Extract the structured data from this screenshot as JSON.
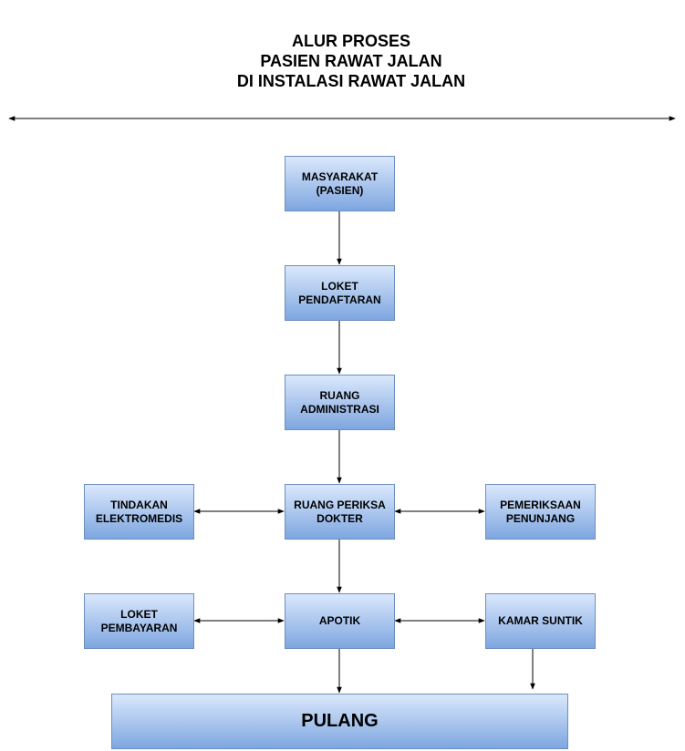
{
  "title": {
    "line1": "ALUR PROSES",
    "line2": "PASIEN RAWAT JALAN",
    "line3": "DI INSTALASI RAWAT JALAN"
  },
  "nodes": {
    "masyarakat": "MASYARAKAT\n(PASIEN)",
    "loket_pendaftaran": "LOKET\nPENDAFTARAN",
    "ruang_administrasi": "RUANG\nADMINISTRASI",
    "ruang_periksa": "RUANG PERIKSA\nDOKTER",
    "tindakan": "TINDAKAN\nELEKTROMEDIS",
    "pemeriksaan": "PEMERIKSAAN\nPENUNJANG",
    "apotik": "APOTIK",
    "loket_pembayaran": "LOKET\nPEMBAYARAN",
    "kamar_suntik": "KAMAR SUNTIK",
    "pulang": "PULANG"
  },
  "colors": {
    "box_top": "#dae8fc",
    "box_bottom": "#7ea6e0",
    "box_border": "#6c8ebf",
    "line": "#000000"
  }
}
